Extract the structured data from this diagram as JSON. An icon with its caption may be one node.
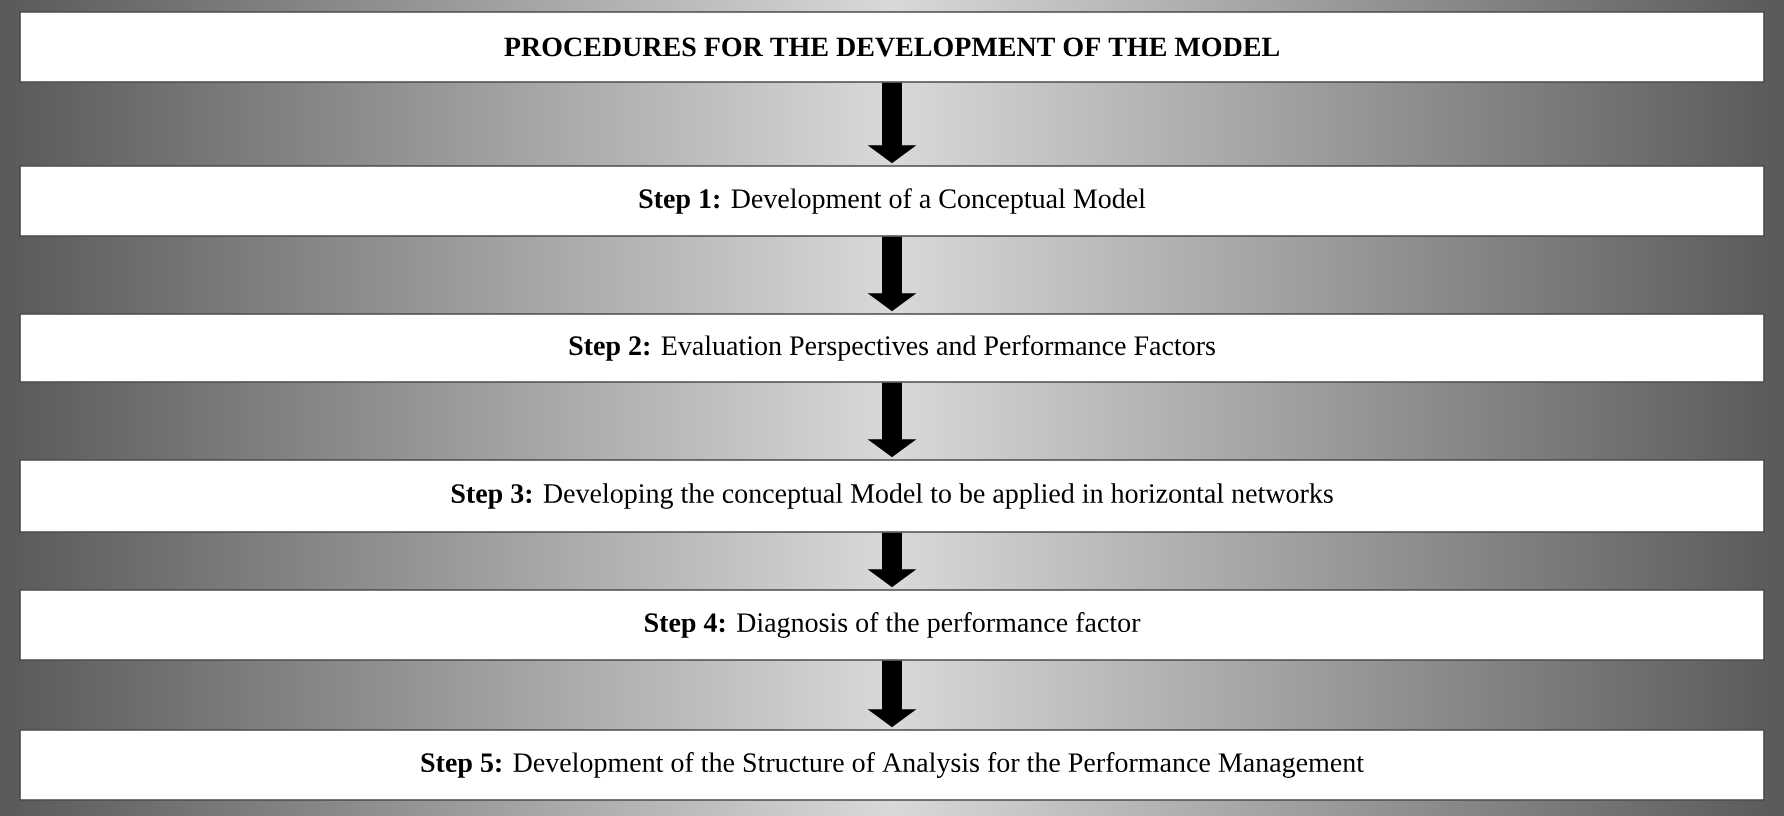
{
  "diagram": {
    "nodes": [
      {
        "text": [
          "PROCEDURES FOR THE DEVELOPMENT OF THE MODEL"
        ]
      },
      {
        "text": [
          "**Step 1:** Development of a Conceptual Model"
        ]
      },
      {
        "text": [
          "**Step 2:** Evaluation Perspectives and Performance Factors"
        ]
      },
      {
        "text": [
          "**Step 3:** Developing the conceptual Model to be applied in horizontal networks"
        ]
      },
      {
        "text": [
          "**Step 4:** Diagnosis of the performance factor"
        ]
      },
      {
        "text": [
          "**Step 5:** Development of the Structure of Analysis for the Performance Management"
        ]
      }
    ],
    "edges": [
      {
        "from": 0,
        "to": 1,
        "arrow": "to"
      },
      {
        "from": 1,
        "to": 2,
        "arrow": "to"
      },
      {
        "from": 2,
        "to": 3,
        "arrow": "to"
      },
      {
        "from": 3,
        "to": 4,
        "arrow": "to"
      },
      {
        "from": 4,
        "to": 5,
        "arrow": "to"
      }
    ]
  }
}
